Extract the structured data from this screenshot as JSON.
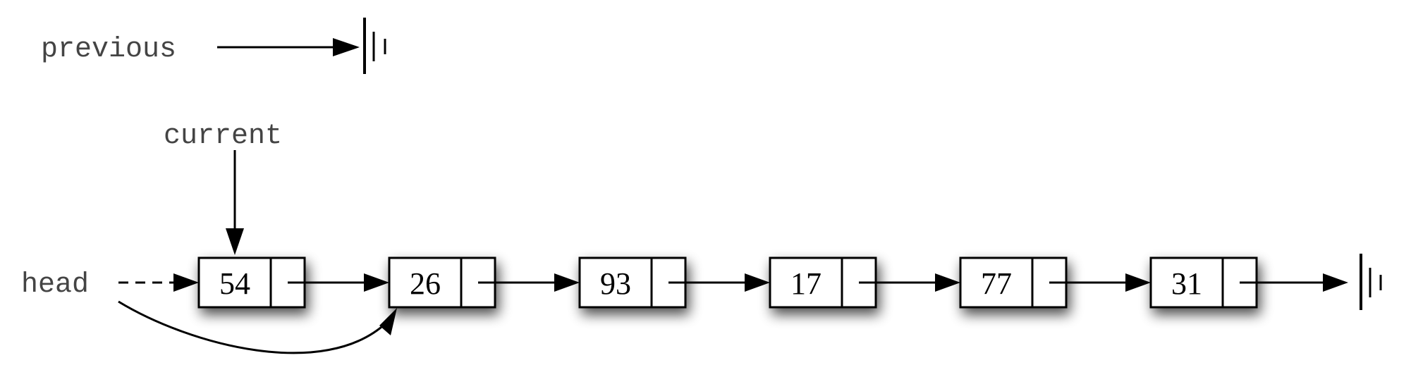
{
  "labels": {
    "previous": "previous",
    "current": "current",
    "head": "head"
  },
  "nodes": [
    {
      "value": "54"
    },
    {
      "value": "26"
    },
    {
      "value": "93"
    },
    {
      "value": "17"
    },
    {
      "value": "77"
    },
    {
      "value": "31"
    }
  ]
}
